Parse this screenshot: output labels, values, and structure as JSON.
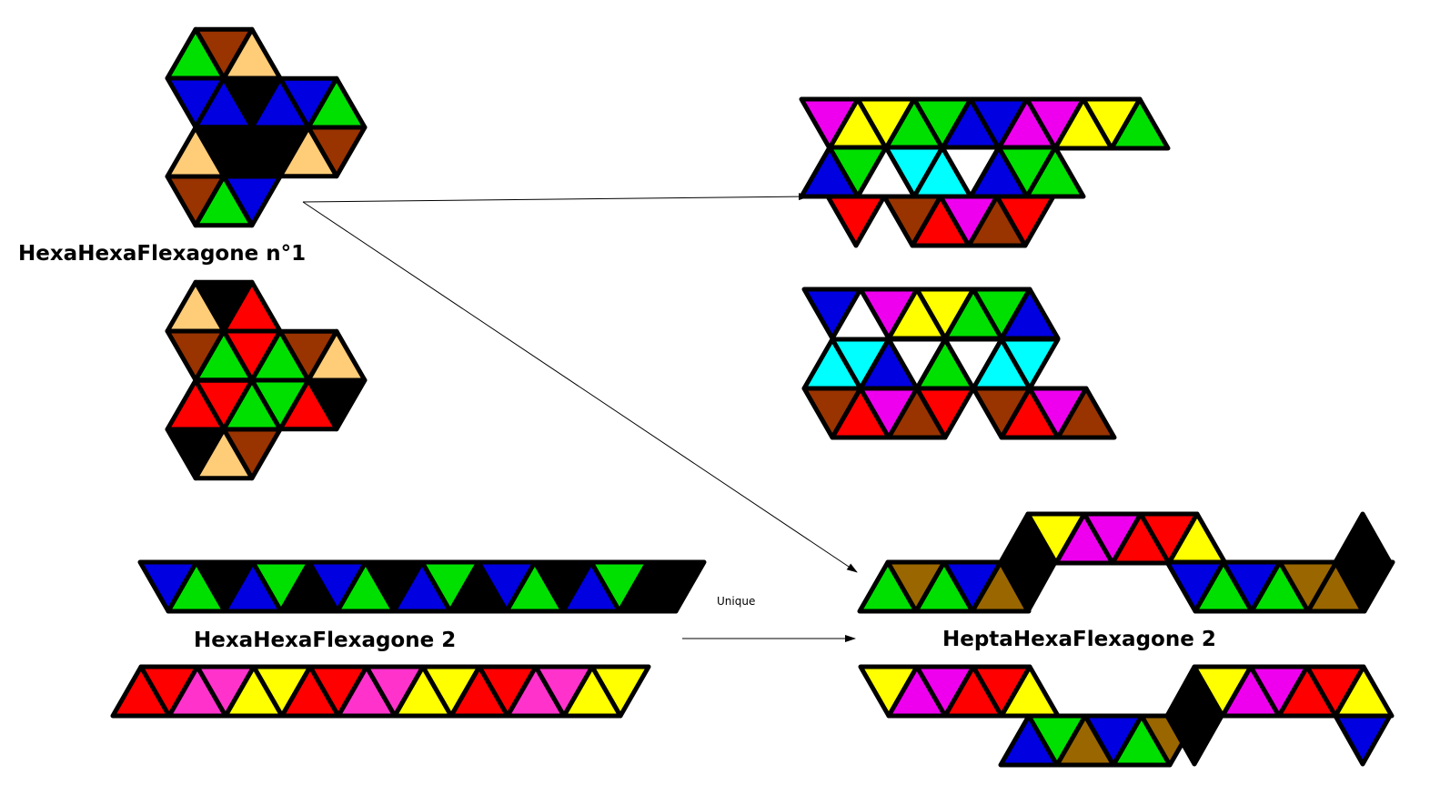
{
  "labels": {
    "hexahexa_n1": "HexaHexaFlexagone n°1",
    "hexahexa_2": "HexaHexaFlexagone 2",
    "heptahexa_2": "HeptaHexaFlexagone 2",
    "arrow_label": "Unique"
  },
  "colors": {
    "K": "#000000",
    "G": "#00e000",
    "B": "#0000e0",
    "O": "#ffcc77",
    "N": "#993300",
    "R": "#ff0000",
    "Y": "#ffff00",
    "M": "#ee00ee",
    "C": "#00ffff",
    "P": "#ff33cc",
    "D": "#996600",
    "W": "#ffffff"
  }
}
